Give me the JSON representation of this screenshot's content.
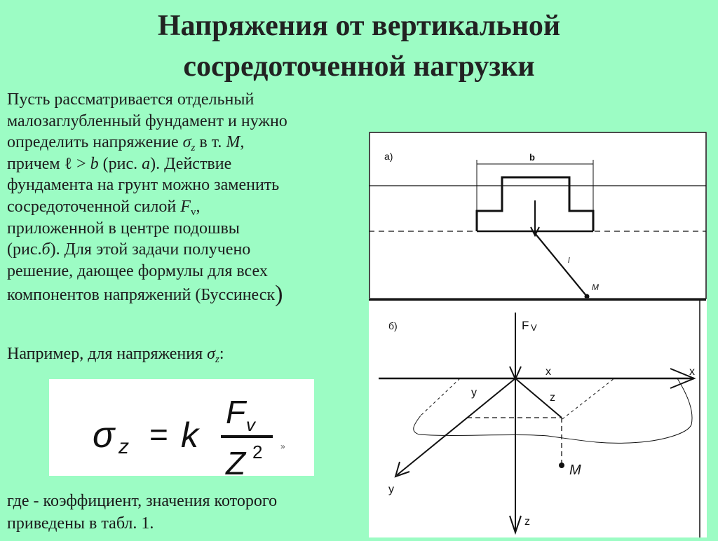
{
  "title": {
    "line1": "Напряжения от вертикальной",
    "line2": "сосредоточенной нагрузки"
  },
  "paragraph": {
    "l1": "Пусть рассматривается отдельный",
    "l2": "малозаглубленный фундамент и нужно",
    "l3_a": "определить напряжение ",
    "sigma": "σ",
    "sub_z": "z",
    "l3_b": "  в т. ",
    "point_M": "M",
    "l3_c": ",",
    "l4_a": "причем ℓ > ",
    "var_b": "b",
    "l4_b": " (рис.  ",
    "fig_a": "а",
    "l4_c": "). Действие",
    "l5": "фундамента на грунт можно заменить",
    "l6_a": "сосредоточенной силой ",
    "force_F": "F",
    "sub_v": "v",
    "l6_b": ",",
    "l7": "приложенной в центре подошвы",
    "l8_a": "(рис.",
    "fig_b": "б",
    "l8_b": "). Для этой задачи получено",
    "l9": "решение, дающее формулы для всех",
    "l10_a": "компонентов  напряжений (Буссинеск",
    "l10_paren": ")"
  },
  "example": {
    "text": "Например, для напряжения ",
    "sigma": "σ",
    "sub": "z",
    "colon": ":"
  },
  "formula": {
    "sigma": "σ",
    "sub_z": "z",
    "equals": "=",
    "k": "k",
    "num_F": "F",
    "num_sub": "v",
    "den_Z": "Z",
    "den_exp": "2",
    "trail": "»"
  },
  "bottom": {
    "l1": "где   - коэффициент, значения которого",
    "l2": "приведены в табл. 1."
  },
  "figure": {
    "panel_a": "а)",
    "label_b": "b",
    "label_l": "l",
    "label_M": "M",
    "panel_b": "б)",
    "label_F": "F",
    "label_F_sub": "V",
    "axis_x": "x",
    "axis_x_end": "x",
    "axis_y": "y",
    "axis_y_end": "y",
    "axis_z_label": "z",
    "axis_z_end": "z",
    "label_M2": "M"
  }
}
